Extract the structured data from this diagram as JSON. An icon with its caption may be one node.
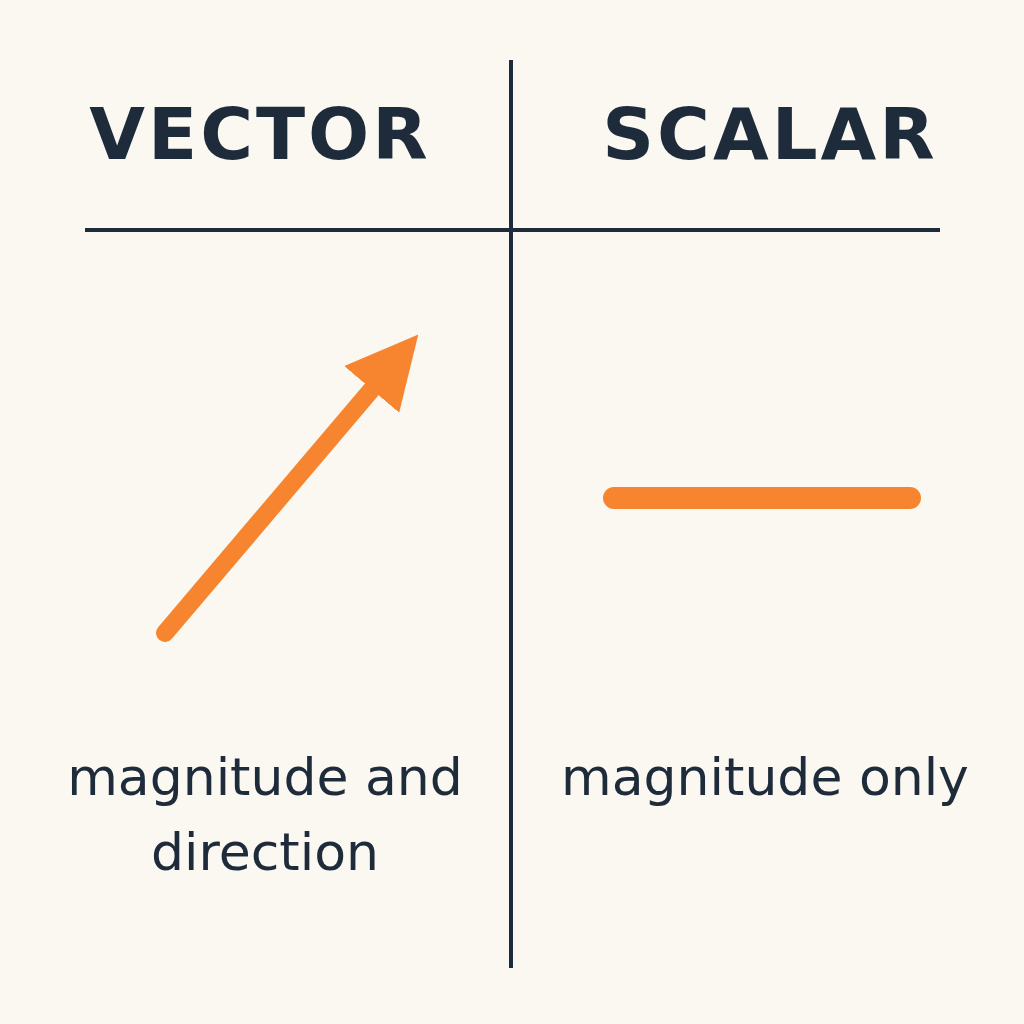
{
  "diagram": {
    "labels": [
      "VECTOR",
      "SCALAR",
      "magnitude and direction",
      "magnitude only"
    ]
  }
}
